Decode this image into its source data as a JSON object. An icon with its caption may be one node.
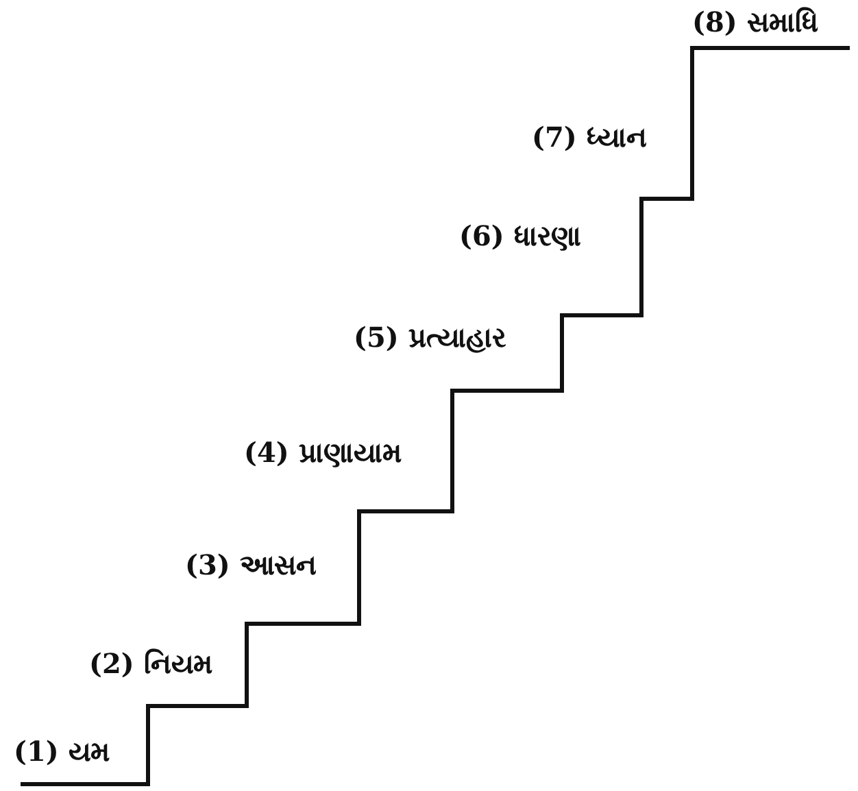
{
  "diagram": {
    "labels": [
      "(1) યમ",
      "(2) નિયમ",
      "(3) આસન",
      "(4) પ્રાણાયામ",
      "(5) પ્રત્યાહાર",
      "(6) ધારણા",
      "(7) ધ્યાન",
      "(8) સમાધિ"
    ]
  }
}
